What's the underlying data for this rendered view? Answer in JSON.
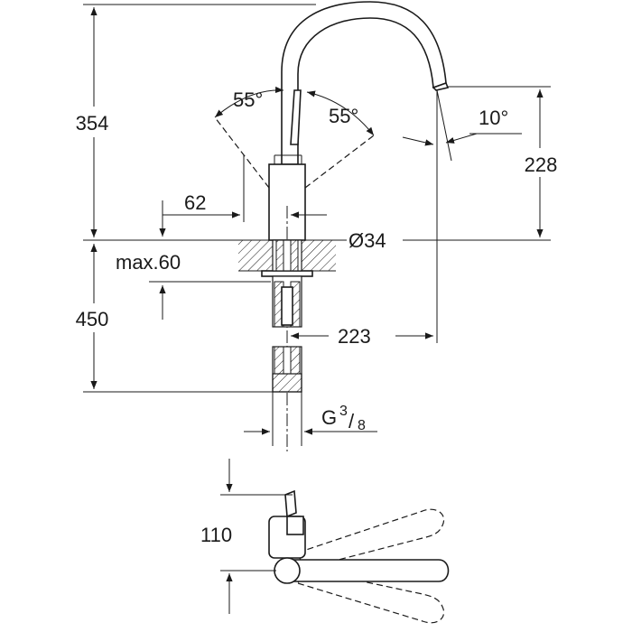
{
  "colors": {
    "ink": "#1a1a1a",
    "background": "#ffffff"
  },
  "dimensions": {
    "height_total": "354",
    "height_spout": "228",
    "angle_left": "55°",
    "angle_right": "55°",
    "angle_spout": "10°",
    "handle_offset": "62",
    "diameter": "Ø34",
    "max_thickness": "max.60",
    "hose_length": "450",
    "reach": "223",
    "thread_main": "G",
    "thread_num": "3",
    "thread_den": "8",
    "plan_offset": "110"
  }
}
